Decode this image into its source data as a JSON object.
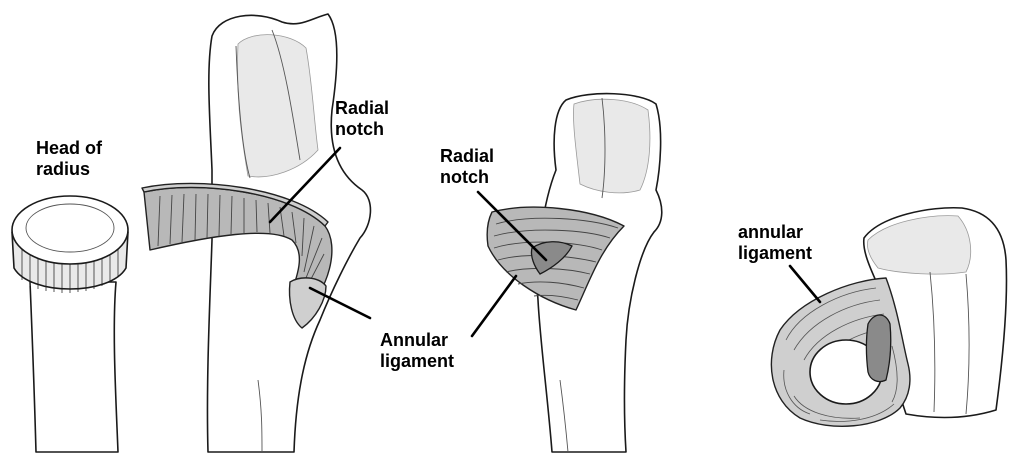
{
  "labels": {
    "head_of_radius": [
      "Head of",
      "radius"
    ],
    "radial_notch_1": [
      "Radial",
      "notch"
    ],
    "annular_ligament_1": [
      "Annular",
      "ligament"
    ],
    "radial_notch_2": [
      "Radial",
      "notch"
    ],
    "annular_ligament_2": [
      "annular",
      "ligament"
    ]
  },
  "colors": {
    "bone_fill": "#ffffff",
    "outline": "#1a1a1a",
    "ligament": "#b8b8b8",
    "notch": "#8a8a8a",
    "leader": "#000000"
  }
}
